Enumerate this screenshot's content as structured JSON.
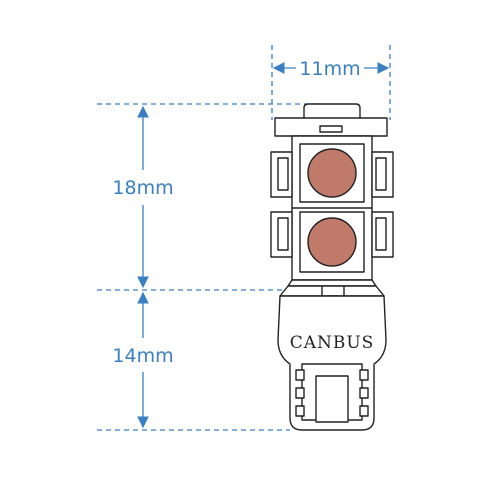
{
  "diagram": {
    "colors": {
      "dimension": "#3a7fc1",
      "outline": "#222222",
      "led_fill": "#c07a6a",
      "background": "#ffffff"
    },
    "dimensions": {
      "width_label": "11mm",
      "upper_height_label": "18mm",
      "lower_height_label": "14mm"
    },
    "bulb": {
      "label": "CANBUS"
    }
  }
}
